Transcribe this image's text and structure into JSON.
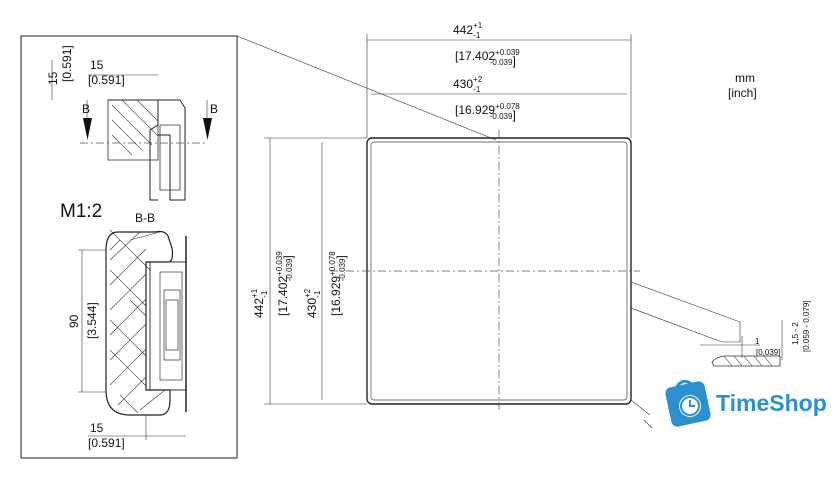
{
  "units": {
    "mm": "mm",
    "inch": "[inch]"
  },
  "scale": "M1:2",
  "section": {
    "label": "B-B",
    "marker_left": "B",
    "marker_right": "B"
  },
  "top_outer": {
    "value": "442",
    "tol_up": "+1",
    "tol_low": "-1",
    "inch": "17.402",
    "inch_up": "+0.039",
    "inch_low": "-0.039"
  },
  "top_inner": {
    "value": "430",
    "tol_up": "+2",
    "tol_low": "-1",
    "inch": "16.929",
    "inch_up": "+0.078",
    "inch_low": "-0.039"
  },
  "side_outer": {
    "value": "442",
    "tol_up": "+1",
    "tol_low": "-1",
    "inch": "17.402",
    "inch_up": "+0.039",
    "inch_low": "-0.039"
  },
  "side_inner": {
    "value": "430",
    "tol_up": "+2",
    "tol_low": "-1",
    "inch": "16.929",
    "inch_up": "+0.078",
    "inch_low": "-0.039"
  },
  "detail": {
    "d15_vert": "15",
    "d15_vert_inch": "[0.591]",
    "d15_top": "15",
    "d15_top_inch": "[0.591]",
    "d90": "90",
    "d90_inch": "[3.544]",
    "d15_bottom": "15",
    "d15_bottom_inch": "[0.591]"
  },
  "edge": {
    "d1": "1",
    "d1_inch": "[0,039]",
    "d15_2": "1,5 - 2",
    "d15_2_inch": "[0.059 - 0.079]"
  },
  "watermark": {
    "brand": "TimeShop"
  }
}
